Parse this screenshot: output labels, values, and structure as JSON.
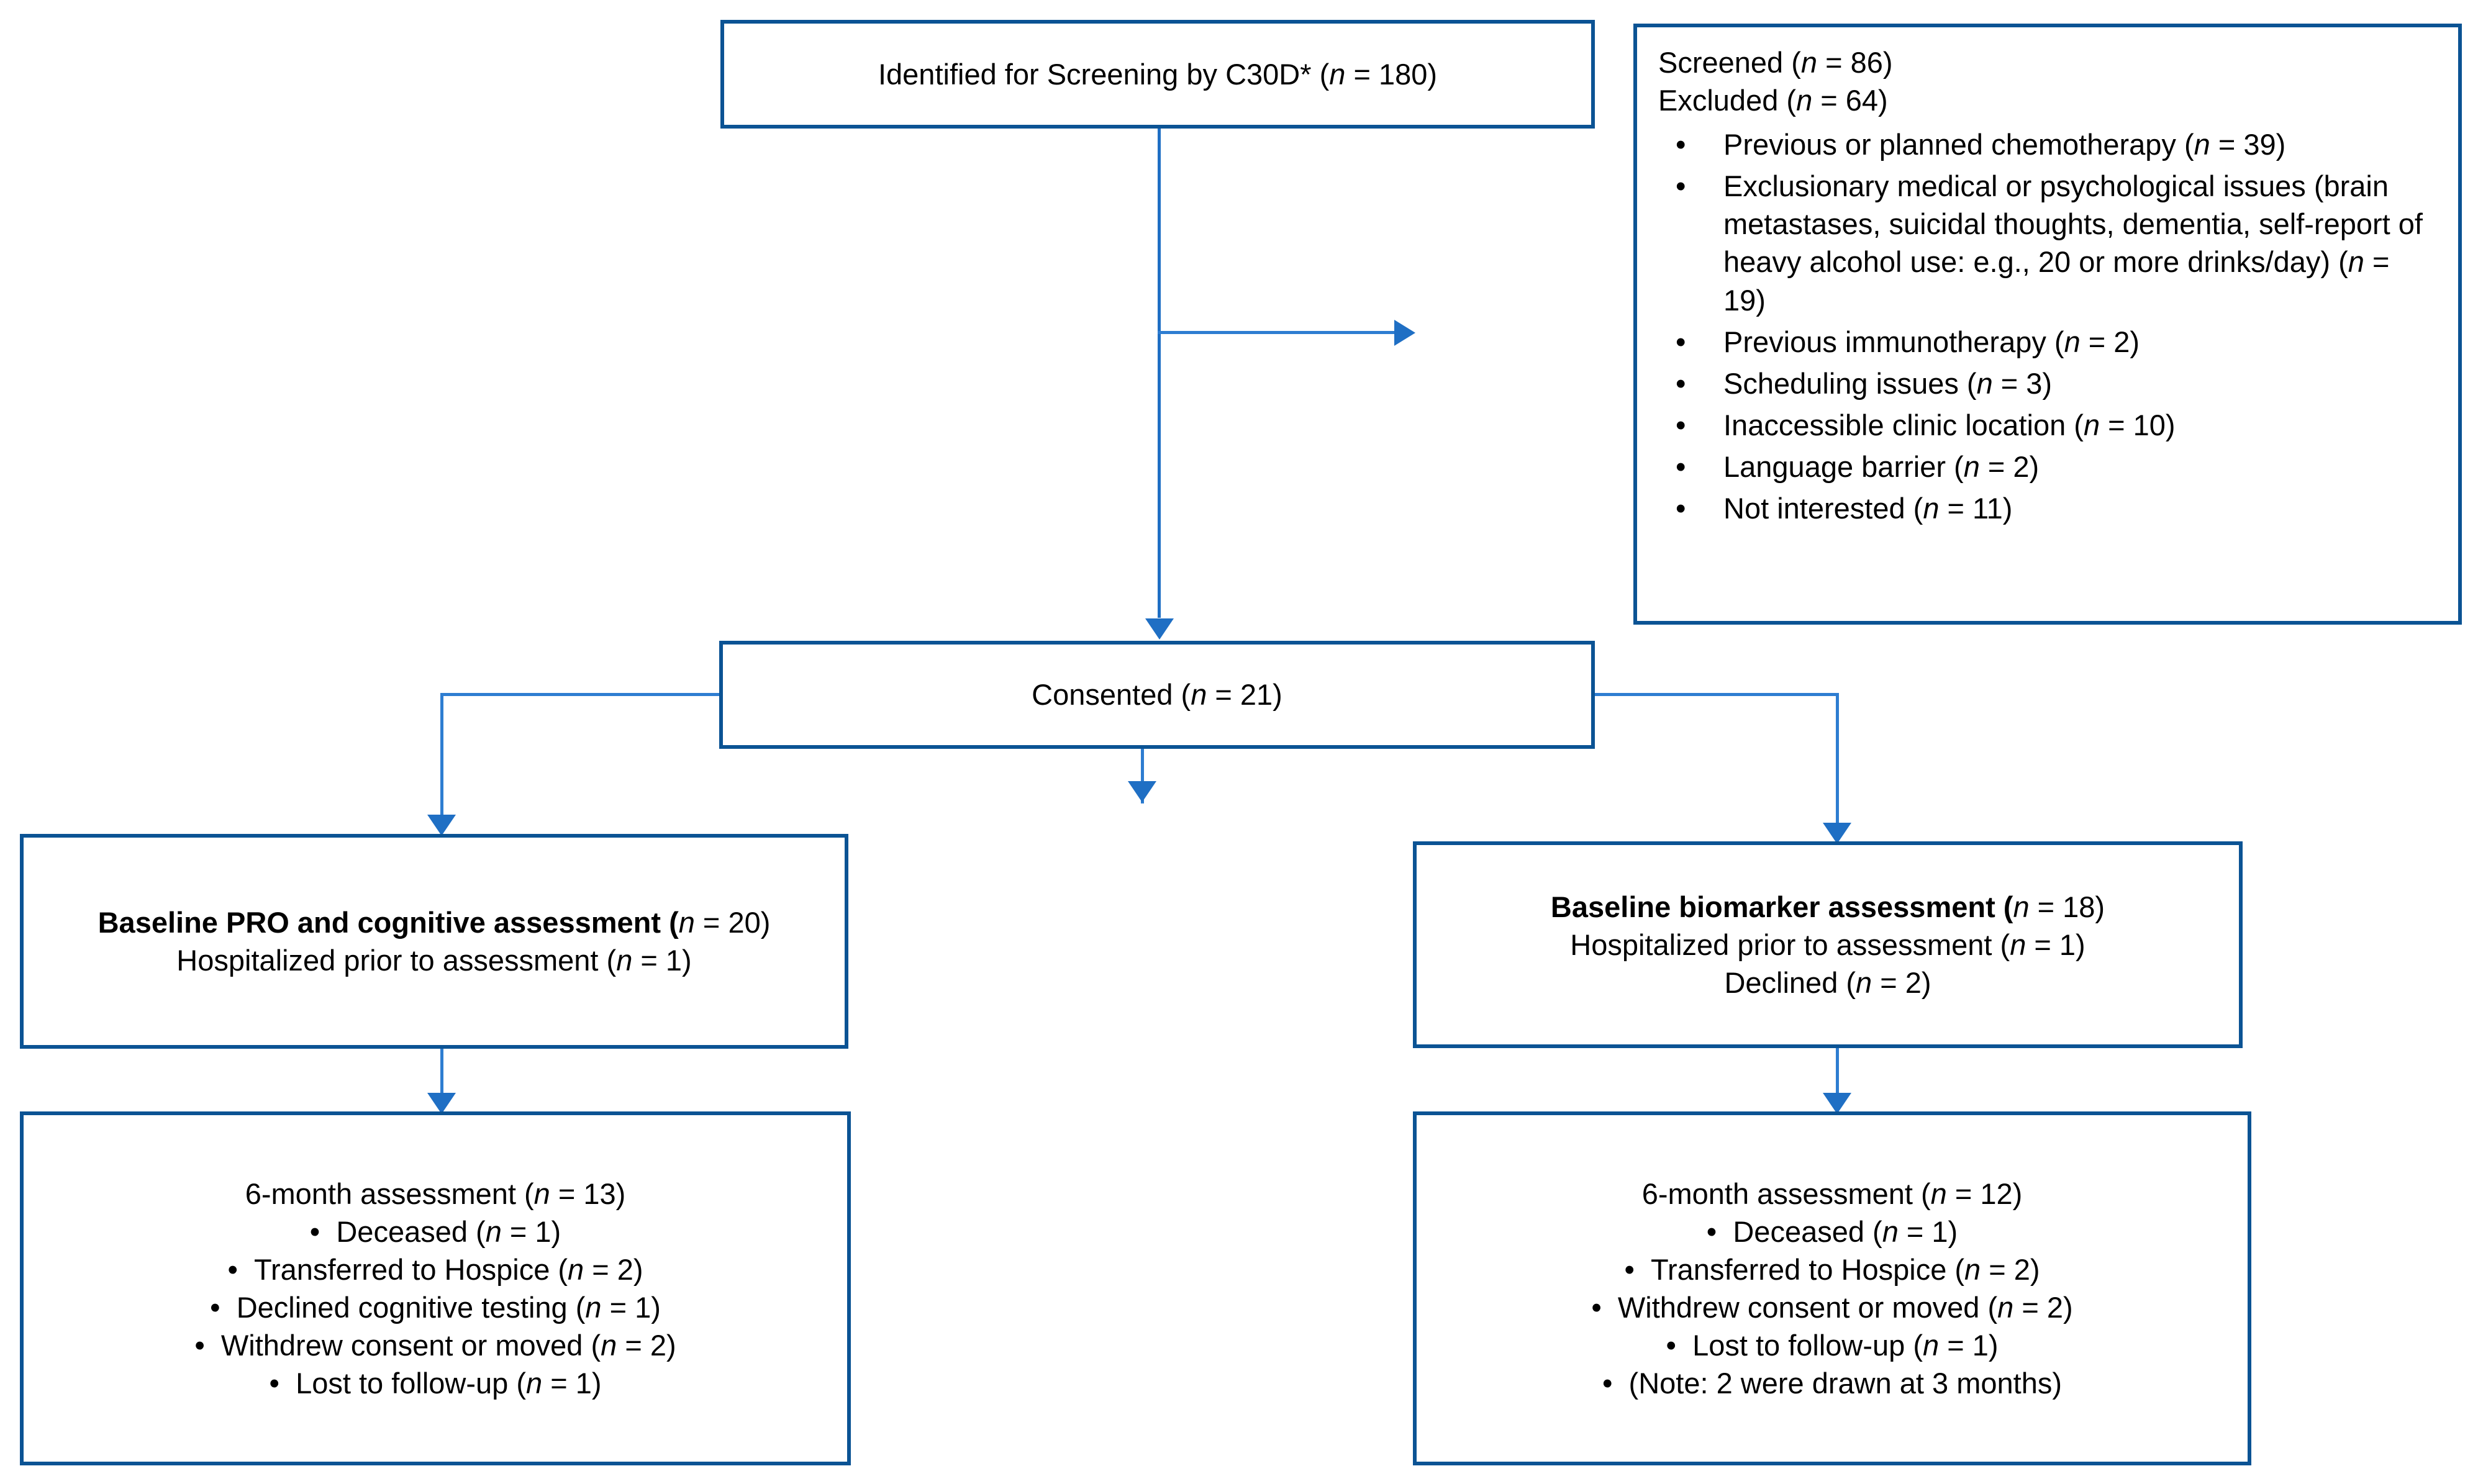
{
  "diagram": {
    "title": "Participant flow diagram",
    "accent_color": "#0B5394",
    "connector_color": "#1F6FC4",
    "background": "#ffffff"
  },
  "nodes": {
    "identified": {
      "text": "Identified for Screening by C30D* (n = 180)",
      "text_prefix": "Identified for Screening by C30D* (",
      "n_italic": "n",
      "text_suffix": " = 180)"
    },
    "screening": {
      "line1_prefix": "Screened (",
      "line1_n": "n",
      "line1_suffix": " = 86)",
      "line2_prefix": "Excluded (",
      "line2_n": "n",
      "line2_suffix": " = 64)",
      "bullet_char": "•",
      "items": [
        {
          "prefix": "Previous or planned chemotherapy (",
          "n": "n",
          "suffix": " = 39)"
        },
        {
          "prefix": "Exclusionary medical or psychological issues (brain metastases, suicidal thoughts, dementia, self-report of heavy alcohol use: e.g., 20 or more drinks/day) (",
          "n": "n",
          "suffix": " = 19)"
        },
        {
          "prefix": "Previous immunotherapy (",
          "n": "n",
          "suffix": " = 2)"
        },
        {
          "prefix": "Scheduling issues (",
          "n": "n",
          "suffix": " = 3)"
        },
        {
          "prefix": "Inaccessible clinic location (",
          "n": "n",
          "suffix": " = 10)"
        },
        {
          "prefix": "Language barrier (",
          "n": "n",
          "suffix": " = 2)"
        },
        {
          "prefix": "Not interested (",
          "n": "n",
          "suffix": " = 11)"
        }
      ]
    },
    "consented": {
      "prefix": "Consented (",
      "n": "n",
      "suffix": " = 21)"
    },
    "baseline_pro": {
      "headline_prefix": "Baseline PRO and cognitive assessment (",
      "headline_n": "n",
      "headline_suffix": " = 20)",
      "line2_prefix": "Hospitalized prior to assessment (",
      "line2_n": "n",
      "line2_suffix": " = 1)"
    },
    "baseline_biomarker": {
      "headline_prefix": "Baseline biomarker assessment (",
      "headline_n": "n",
      "headline_suffix": " = 18)",
      "line2_prefix": "Hospitalized prior to assessment (",
      "line2_n": "n",
      "line2_suffix": " = 1)",
      "line3_prefix": "Declined (",
      "line3_n": "n",
      "line3_suffix": " = 2)"
    },
    "followup_pro": {
      "headline_prefix": "6-month assessment (",
      "headline_n": "n",
      "headline_suffix": " = 13)",
      "bullet_char": "•",
      "items": [
        {
          "prefix": "Deceased (",
          "n": "n",
          "suffix": " = 1)"
        },
        {
          "prefix": "Transferred to Hospice (",
          "n": "n",
          "suffix": " = 2)"
        },
        {
          "prefix": "Declined cognitive testing (",
          "n": "n",
          "suffix": " = 1)"
        },
        {
          "prefix": "Withdrew consent or moved (",
          "n": "n",
          "suffix": " = 2)"
        },
        {
          "prefix": "Lost to follow-up (",
          "n": "n",
          "suffix": " = 1)"
        }
      ]
    },
    "followup_biomarker": {
      "headline_prefix": "6-month assessment (",
      "headline_n": "n",
      "headline_suffix": " = 12)",
      "bullet_char": "•",
      "items": [
        {
          "prefix": "Deceased (",
          "n": "n",
          "suffix": " = 1)"
        },
        {
          "prefix": "Transferred to Hospice (",
          "n": "n",
          "suffix": " = 2)"
        },
        {
          "prefix": "Withdrew consent or moved (",
          "n": "n",
          "suffix": " = 2)"
        },
        {
          "prefix": "Lost to follow-up (",
          "n": "n",
          "suffix": " = 1)"
        },
        {
          "prefix": "(Note: 2 were drawn at 3 months)",
          "n": "",
          "suffix": ""
        }
      ]
    }
  }
}
